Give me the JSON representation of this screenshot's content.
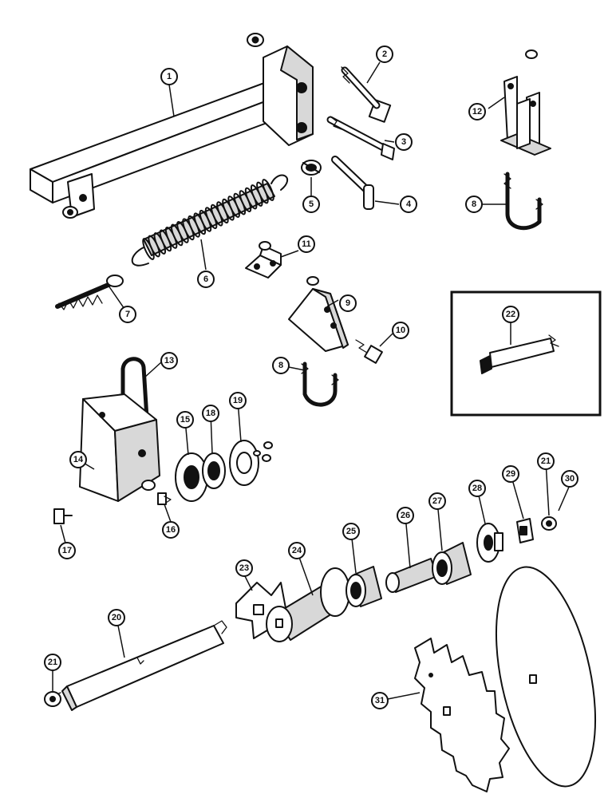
{
  "diagram": {
    "callouts": [
      {
        "id": "c1",
        "label": "1"
      },
      {
        "id": "c2",
        "label": "2"
      },
      {
        "id": "c3",
        "label": "3"
      },
      {
        "id": "c4",
        "label": "4"
      },
      {
        "id": "c5",
        "label": "5"
      },
      {
        "id": "c6",
        "label": "6"
      },
      {
        "id": "c7",
        "label": "7"
      },
      {
        "id": "c8a",
        "label": "8"
      },
      {
        "id": "c8b",
        "label": "8"
      },
      {
        "id": "c9",
        "label": "9"
      },
      {
        "id": "c10",
        "label": "10"
      },
      {
        "id": "c11",
        "label": "11"
      },
      {
        "id": "c12",
        "label": "12"
      },
      {
        "id": "c13",
        "label": "13"
      },
      {
        "id": "c14",
        "label": "14"
      },
      {
        "id": "c15",
        "label": "15"
      },
      {
        "id": "c16",
        "label": "16"
      },
      {
        "id": "c17",
        "label": "17"
      },
      {
        "id": "c18",
        "label": "18"
      },
      {
        "id": "c19",
        "label": "19"
      },
      {
        "id": "c20",
        "label": "20"
      },
      {
        "id": "c21a",
        "label": "21"
      },
      {
        "id": "c21b",
        "label": "21"
      },
      {
        "id": "c22",
        "label": "22"
      },
      {
        "id": "c23",
        "label": "23"
      },
      {
        "id": "c24",
        "label": "24"
      },
      {
        "id": "c25",
        "label": "25"
      },
      {
        "id": "c26",
        "label": "26"
      },
      {
        "id": "c27",
        "label": "27"
      },
      {
        "id": "c28",
        "label": "28"
      },
      {
        "id": "c29",
        "label": "29"
      },
      {
        "id": "c30",
        "label": "30"
      },
      {
        "id": "c31",
        "label": "31"
      }
    ]
  }
}
